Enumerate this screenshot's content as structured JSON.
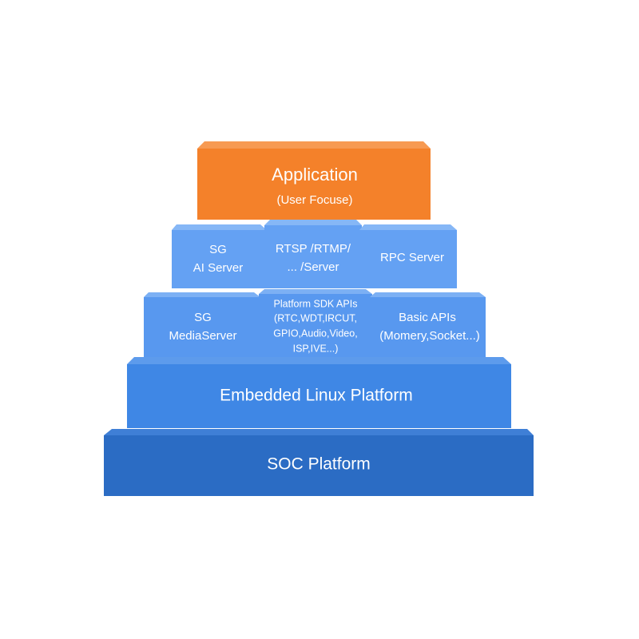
{
  "layers": {
    "application": {
      "line1": "Application",
      "line2": "(User Focuse)"
    },
    "tier2": [
      {
        "line1": "SG",
        "line2": "AI Server"
      },
      {
        "line1": "RTSP /RTMP/",
        "line2": "... /Server"
      },
      {
        "line1": "RPC Server"
      }
    ],
    "tier3": [
      {
        "line1": "SG",
        "line2": "MediaServer"
      },
      {
        "line1": "Platform SDK APIs",
        "line2": "(RTC,WDT,IRCUT,",
        "line3": "GPIO,Audio,Video,",
        "line4": "ISP,IVE...)"
      },
      {
        "line1": "Basic APIs",
        "line2": "(Momery,Socket...)"
      }
    ],
    "embedded": {
      "label": "Embedded Linux Platform"
    },
    "soc": {
      "label": "SOC Platform"
    }
  },
  "colors": {
    "application": "#f4812a",
    "application_top": "#f79a52",
    "tier2": "#64a1f3",
    "tier2_top": "#86b7f6",
    "tier3": "#5898ef",
    "tier3_top": "#7cb0f4",
    "embedded": "#3f87e5",
    "embedded_top": "#5d9bec",
    "soc": "#2b6cc4",
    "soc_top": "#3f7fd6"
  }
}
